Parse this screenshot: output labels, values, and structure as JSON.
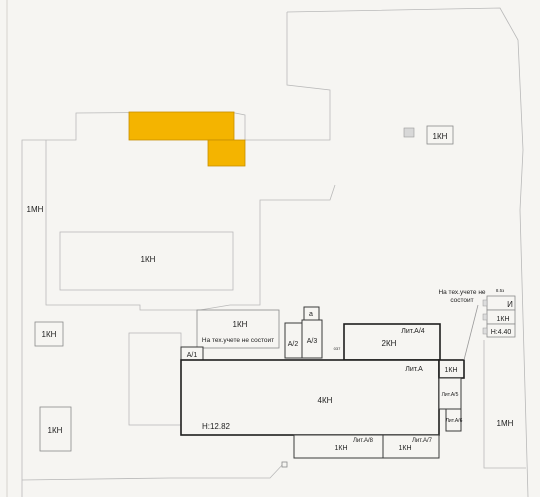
{
  "colors": {
    "paper": "#f6f5f2",
    "highlight": "#f4b400",
    "highlight_border": "#c78f00"
  },
  "labels": {
    "kn_top_right": "1КН",
    "mn_left": "1МН",
    "kn_middle": "1КН",
    "kn_left_mid": "1КН",
    "kn_left_bottom": "1КН",
    "kn_small_block": "1КН",
    "not_registered_1": "На тех.учете не состоит",
    "a2": "А/2",
    "a3": "А/3",
    "a_small": "а",
    "tiny_mark": "037",
    "lit_a4": "Лит.А/4",
    "kn2": "2КН",
    "a1": "А/1",
    "lit_a": "Лит.А",
    "kn4": "4КН",
    "kn_right_small": "1КН",
    "a5": "Лит.А/5",
    "a6": "Лит.А/6",
    "h1282": "Н:12.82",
    "a8": "Лит.А/8",
    "a7": "Лит.А/7",
    "kn_a8": "1КН",
    "kn_a7": "1КН",
    "not_registered_2a": "На тех.учете не",
    "not_registered_2b": "состоит",
    "tiny_side_mark": "8.5з",
    "i_label": "И",
    "kn_side": "1КН",
    "h440": "Н:4.40",
    "mn_right": "1МН"
  }
}
